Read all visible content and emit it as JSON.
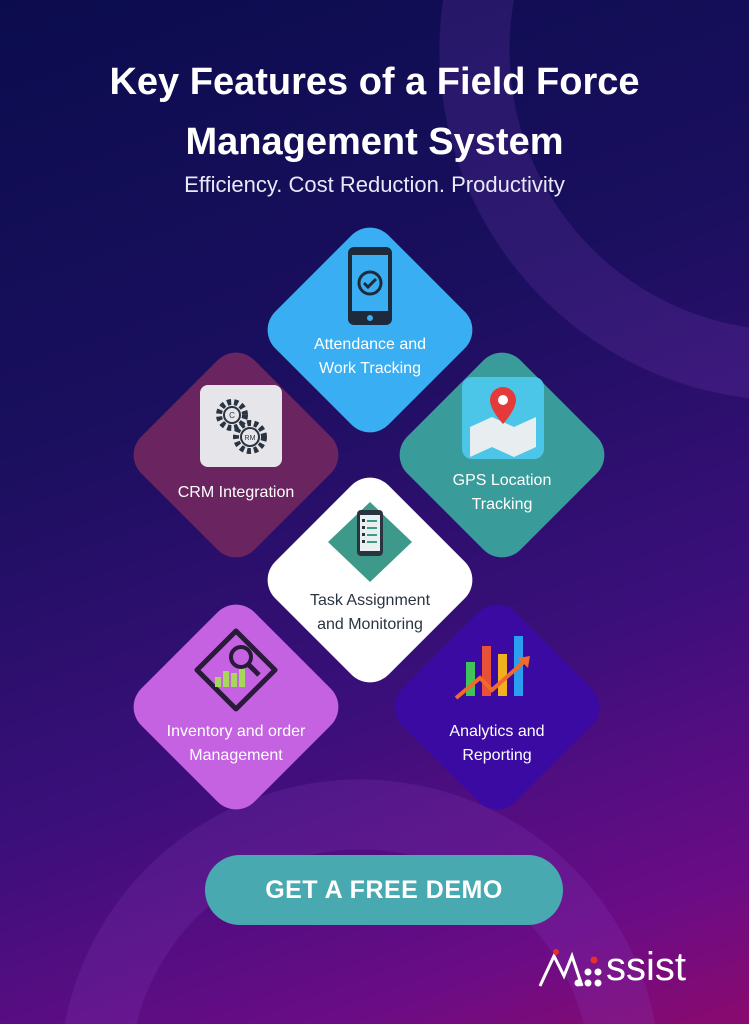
{
  "title_line1": "Key Features of a Field Force",
  "title_line2": "Management System",
  "subtitle": "Efficiency. Cost Reduction. Productivity",
  "features": [
    {
      "label1": "Attendance and",
      "label2": "Work Tracking",
      "color": "#3aaef2",
      "icon": "smartphone-check-icon"
    },
    {
      "label1": "CRM Integration",
      "label2": "",
      "color": "#6a2560",
      "icon": "crm-gears-icon"
    },
    {
      "label1": "GPS Location",
      "label2": "Tracking",
      "color": "#3a9b9b",
      "icon": "map-pin-icon"
    },
    {
      "label1": "Task Assignment",
      "label2": "and Monitoring",
      "color": "#ffffff",
      "icon": "checklist-phone-icon"
    },
    {
      "label1": "Inventory and order",
      "label2": "Management",
      "color": "#c462e2",
      "icon": "inventory-search-icon"
    },
    {
      "label1": "Analytics and",
      "label2": "Reporting",
      "color": "#3b0aa2",
      "icon": "bar-chart-icon"
    }
  ],
  "cta": "GET A FREE DEMO",
  "logo_text": "ssist",
  "logo_full": "Massist"
}
